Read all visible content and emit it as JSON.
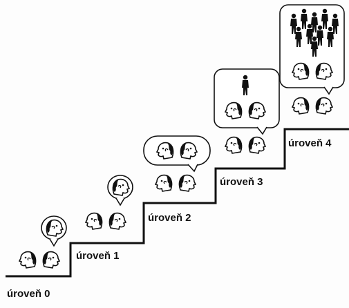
{
  "levels": [
    {
      "label": "úroveň 0",
      "bubble": "one-head"
    },
    {
      "label": "úroveň 1",
      "bubble": "one-head"
    },
    {
      "label": "úroveň 2",
      "bubble": "two-heads"
    },
    {
      "label": "úroveň 3",
      "bubble": "person-and-two-heads"
    },
    {
      "label": "úroveň 4",
      "bubble": "crowd-and-two-heads"
    }
  ],
  "colors": {
    "ink": "#111111",
    "paper": "#fdfdfd"
  },
  "icons": [
    "head-icon",
    "person-icon",
    "crowd-icon",
    "thought-bubble"
  ]
}
